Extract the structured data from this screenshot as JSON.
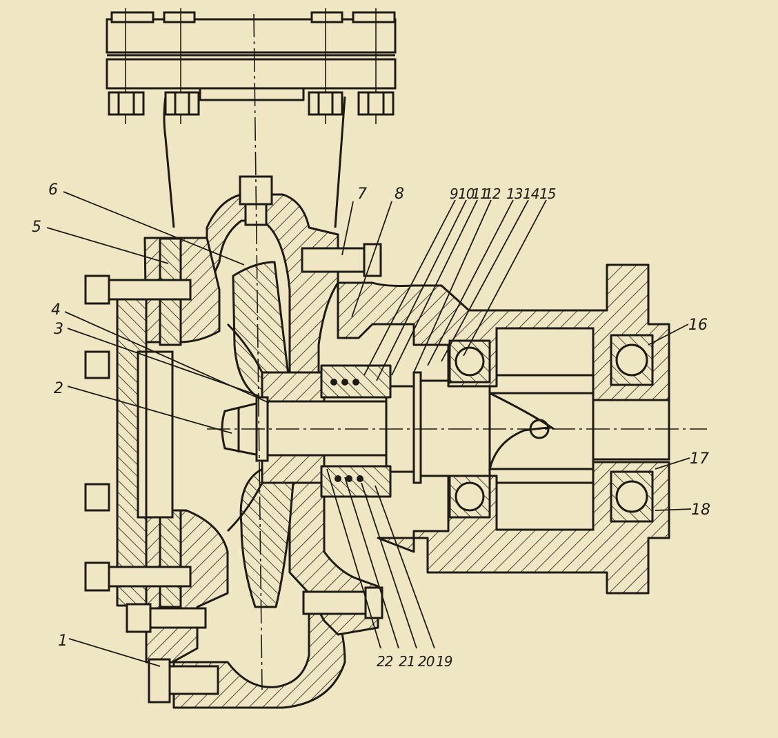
{
  "callouts": [
    {
      "id": "1",
      "text": "1"
    },
    {
      "id": "2",
      "text": "2"
    },
    {
      "id": "3",
      "text": "3"
    },
    {
      "id": "4",
      "text": "4"
    },
    {
      "id": "5",
      "text": "5"
    },
    {
      "id": "6",
      "text": "6"
    },
    {
      "id": "7",
      "text": "7"
    },
    {
      "id": "8",
      "text": "8"
    },
    {
      "id": "9",
      "text": "9"
    },
    {
      "id": "10",
      "text": "10"
    },
    {
      "id": "11",
      "text": "11"
    },
    {
      "id": "12",
      "text": "12"
    },
    {
      "id": "13",
      "text": "13"
    },
    {
      "id": "14",
      "text": "14"
    },
    {
      "id": "15",
      "text": "15"
    },
    {
      "id": "16",
      "text": "16"
    },
    {
      "id": "17",
      "text": "17"
    },
    {
      "id": "18",
      "text": "18"
    },
    {
      "id": "19",
      "text": "19"
    },
    {
      "id": "20",
      "text": "20"
    },
    {
      "id": "21",
      "text": "21"
    },
    {
      "id": "22",
      "text": "22"
    }
  ],
  "colors": {
    "paper": "#efe6c4",
    "ink": "#1e1a14"
  }
}
